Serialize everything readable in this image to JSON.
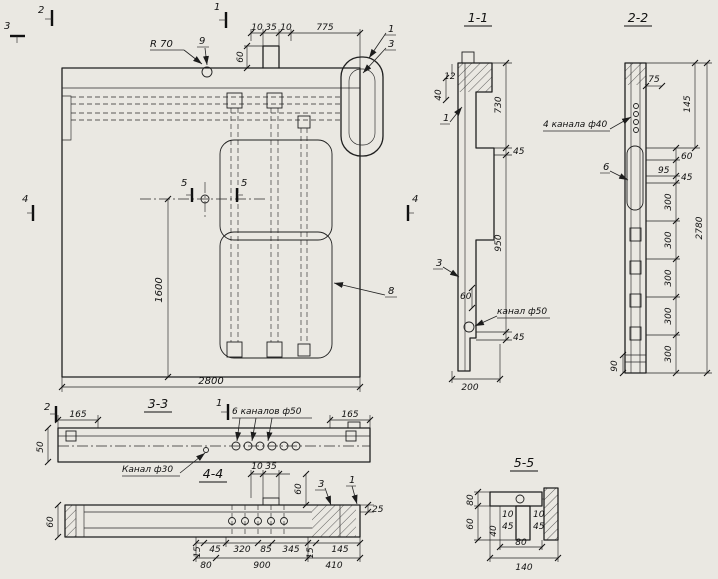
{
  "plan": {
    "marker_2": "2",
    "marker_3": "3",
    "marker_1": "1",
    "marker_4_left": "4",
    "marker_4_right": "4",
    "marker_5_left": "5",
    "marker_5_right": "5",
    "radius": "R 70",
    "callout_9": "9",
    "callout_1": "1",
    "callout_3": "3",
    "callout_8": "8",
    "dim_10_a": "10",
    "dim_35": "35",
    "dim_10_b": "10",
    "dim_775": "775",
    "dim_60": "60",
    "dim_1600": "1600",
    "dim_2800": "2800"
  },
  "sec11": {
    "title": "1-1",
    "dim_12": "12",
    "dim_40": "40",
    "dim_730": "730",
    "dim_45_a": "45",
    "dim_950": "950",
    "dim_45_b": "45",
    "callout_1": "1",
    "callout_3": "3",
    "dim_60": "60",
    "label_channel": "канал ф50",
    "dim_200": "200"
  },
  "sec22": {
    "title": "2-2",
    "dim_75": "75",
    "label_channels": "4 канала ф40",
    "dim_145": "145",
    "callout_6": "6",
    "dim_60": "60",
    "dim_95": "95",
    "dim_45": "45",
    "dim_300_1": "300",
    "dim_300_2": "300",
    "dim_300_3": "300",
    "dim_300_4": "300",
    "dim_300_5": "300",
    "dim_2780": "2780",
    "dim_90": "90"
  },
  "sec33": {
    "title": "3-3",
    "marker_2": "2",
    "marker_1": "1",
    "dim_165_l": "165",
    "dim_165_r": "165",
    "dim_50": "50",
    "label_channels": "6 каналов ф50",
    "label_channel": "Канал ф30"
  },
  "sec44": {
    "title": "4-4",
    "dim_10": "10",
    "dim_35": "35",
    "dim_60_top": "60",
    "callout_3": "3",
    "callout_1": "1",
    "dim_25": "25",
    "dim_60_left": "60",
    "dim_15_a": "15",
    "dim_45": "45",
    "dim_320": "320",
    "dim_85": "85",
    "dim_345": "345",
    "dim_15_b": "15",
    "dim_145": "145",
    "dim_80": "80",
    "dim_900": "900",
    "dim_410": "410"
  },
  "sec55": {
    "title": "5-5",
    "dim_80_l": "80",
    "dim_60_l": "60",
    "dim_10_a": "10",
    "dim_10_b": "10",
    "dim_45_a": "45",
    "dim_45_b": "45",
    "dim_40": "40",
    "dim_80_b": "80",
    "dim_140": "140"
  }
}
